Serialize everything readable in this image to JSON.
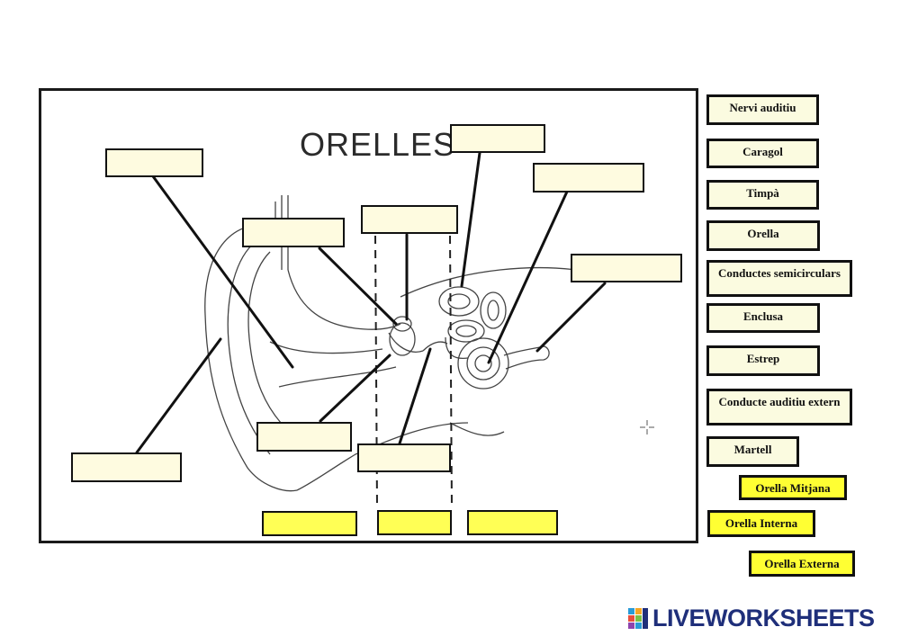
{
  "worksheet": {
    "title": "ORELLES"
  },
  "labels": [
    {
      "text": "Nervi auditiu",
      "highlight": false
    },
    {
      "text": "Caragol",
      "highlight": false
    },
    {
      "text": "Timpà",
      "highlight": false
    },
    {
      "text": "Orella",
      "highlight": false
    },
    {
      "text": "Conductes semicirculars",
      "highlight": false
    },
    {
      "text": "Enclusa",
      "highlight": false
    },
    {
      "text": "Estrep",
      "highlight": false
    },
    {
      "text": "Conducte auditiu extern",
      "highlight": false
    },
    {
      "text": "Martell",
      "highlight": false
    },
    {
      "text": "Orella Mitjana",
      "highlight": true
    },
    {
      "text": "Orella Interna",
      "highlight": true
    },
    {
      "text": "Orella Externa",
      "highlight": true
    }
  ],
  "brand": {
    "name": "LIVEWORKSHEETS",
    "color": "#1f2f7a",
    "icon": "liveworksheets-logo-icon"
  },
  "colors": {
    "slot_fill": "#fefbe0",
    "highlight_fill": "#ffff33"
  }
}
